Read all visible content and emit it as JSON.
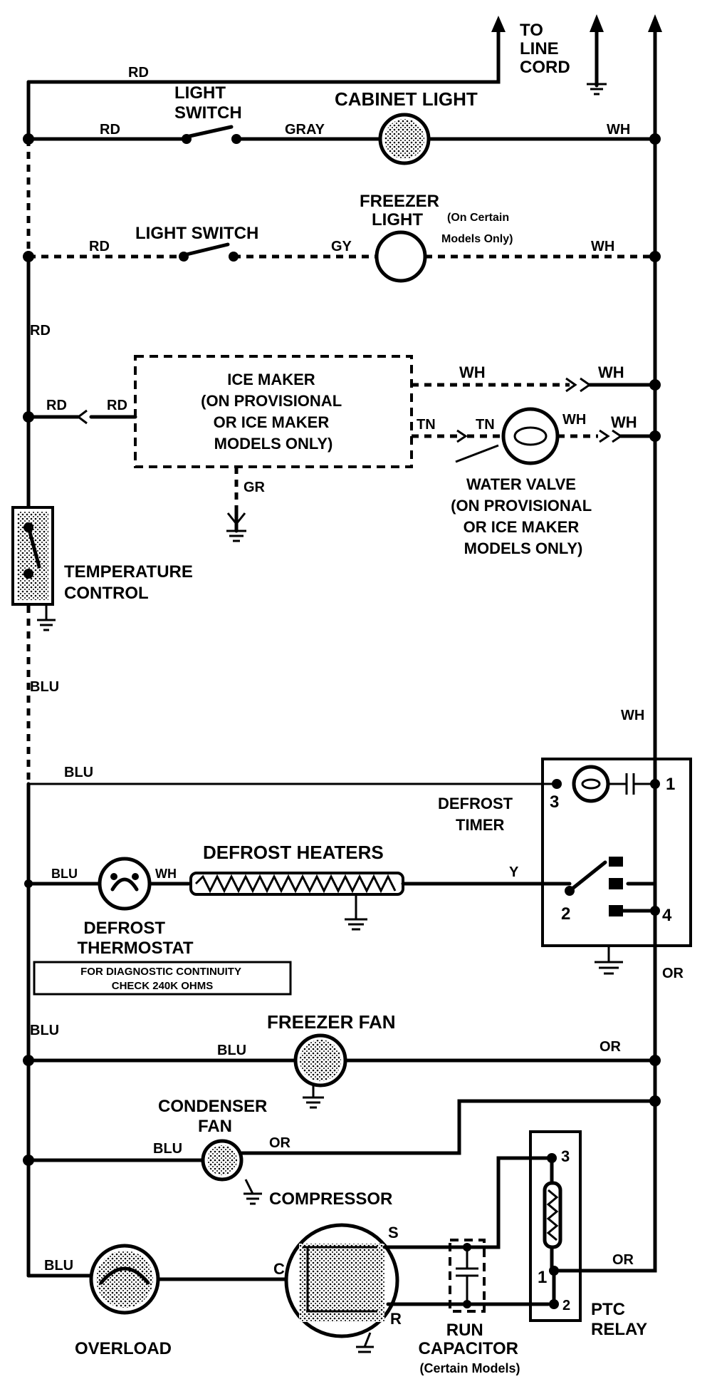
{
  "labels": {
    "to_line_cord": [
      "TO",
      "LINE",
      "CORD"
    ],
    "rd_top": "RD",
    "rd_light": "RD",
    "light_switch_1": [
      "LIGHT",
      "SWITCH"
    ],
    "gray": "GRAY",
    "cabinet_light": "CABINET LIGHT",
    "wh_cabinet": "WH",
    "freezer_light": [
      "FREEZER",
      "LIGHT"
    ],
    "freezer_light_note": [
      "(On Certain",
      "Models Only)"
    ],
    "rd_freezer": "RD",
    "light_switch_2": "LIGHT SWITCH",
    "gy": "GY",
    "wh_freezer": "WH",
    "rd_left": "RD",
    "ice_maker": [
      "ICE MAKER",
      "(ON PROVISIONAL",
      "OR ICE MAKER",
      "MODELS ONLY)"
    ],
    "rd_ice_1": "RD",
    "rd_ice_2": "RD",
    "wh_ice_1": "WH",
    "wh_ice_2": "WH",
    "tn_1": "TN",
    "tn_2": "TN",
    "wh_valve": "WH",
    "wh_valve_2": "WH",
    "gr": "GR",
    "water_valve": [
      "WATER VALVE",
      "(ON PROVISIONAL",
      "OR ICE MAKER",
      "MODELS ONLY)"
    ],
    "temperature_control": [
      "TEMPERATURE",
      "CONTROL"
    ],
    "blu_left": "BLU",
    "wh_right": "WH",
    "blu_timer": "BLU",
    "defrost_timer": [
      "DEFROST",
      "TIMER"
    ],
    "defrost_heaters": "DEFROST HEATERS",
    "blu_thermo": "BLU",
    "wh_thermo": "WH",
    "y_wire": "Y",
    "defrost_thermostat": [
      "DEFROST",
      "THERMOSTAT"
    ],
    "diag_note": [
      "FOR DIAGNOSTIC CONTINUITY",
      "CHECK 240K OHMS"
    ],
    "or_timer": "OR",
    "blu_left_2": "BLU",
    "freezer_fan": "FREEZER FAN",
    "blu_ffan": "BLU",
    "or_ffan": "OR",
    "condenser_fan": [
      "CONDENSER",
      "FAN"
    ],
    "blu_cfan": "BLU",
    "or_cfan": "OR",
    "compressor": "COMPRESSOR",
    "blu_overload": "BLU",
    "overload": "OVERLOAD",
    "term_c": "C",
    "term_s": "S",
    "term_r": "R",
    "run_capacitor": [
      "RUN",
      "CAPACITOR",
      "(Certain Models)"
    ],
    "or_ptc": "OR",
    "ptc_relay": [
      "PTC",
      "RELAY"
    ],
    "timer_terminals": [
      "1",
      "2",
      "3",
      "4"
    ],
    "ptc_terminals": [
      "1",
      "2",
      "3"
    ]
  }
}
